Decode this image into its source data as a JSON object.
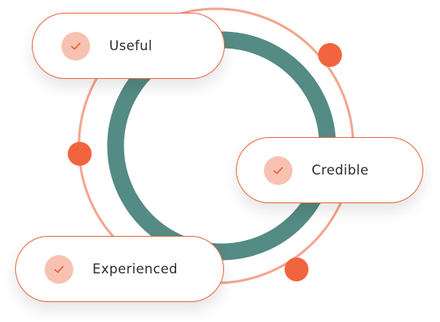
{
  "colors": {
    "outer_ring": "#f4a58e",
    "inner_ring": "#548b84",
    "dot": "#f2643e",
    "pill_border": "#e8673f",
    "check_bg": "#f8c2b2",
    "check_mark": "#e8673f"
  },
  "features": [
    {
      "label": "Useful",
      "icon": "check-icon"
    },
    {
      "label": "Credible",
      "icon": "check-icon"
    },
    {
      "label": "Experienced",
      "icon": "check-icon"
    }
  ]
}
